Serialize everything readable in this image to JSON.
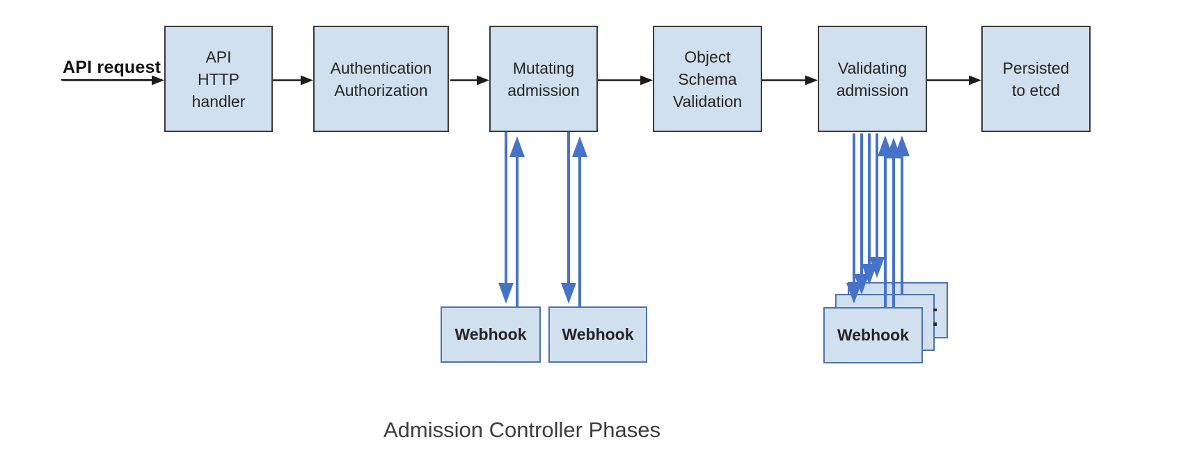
{
  "caption": "Admission Controller Phases",
  "api_request": {
    "label": "API request"
  },
  "phases": [
    {
      "name": "api-http-handler",
      "lines": [
        "API",
        "HTTP",
        "handler"
      ]
    },
    {
      "name": "authentication-authorization",
      "lines": [
        "Authentication",
        "Authorization"
      ]
    },
    {
      "name": "mutating-admission",
      "lines": [
        "Mutating",
        "admission"
      ]
    },
    {
      "name": "object-schema-validation",
      "lines": [
        "Object",
        "Schema",
        "Validation"
      ]
    },
    {
      "name": "validating-admission",
      "lines": [
        "Validating",
        "admission"
      ]
    },
    {
      "name": "persisted-to-etcd",
      "lines": [
        "Persisted",
        "to etcd"
      ]
    }
  ],
  "mutating_webhooks": [
    {
      "label": "Webhook"
    },
    {
      "label": "Webhook"
    }
  ],
  "validating_webhooks": {
    "back": {
      "label": "Webhook"
    },
    "middle": {
      "label": "Webhook"
    },
    "front": {
      "label": "Webhook"
    }
  },
  "colors": {
    "box_fill": "#d1e0ef",
    "box_border": "#3a3a3a",
    "webhook_border": "#4e73ad",
    "blue_arrow": "#4673c8",
    "black_arrow": "#1c1c1c",
    "caption_text": "#3d3d3d",
    "label_text": "#242424",
    "background": "#ffffff"
  }
}
